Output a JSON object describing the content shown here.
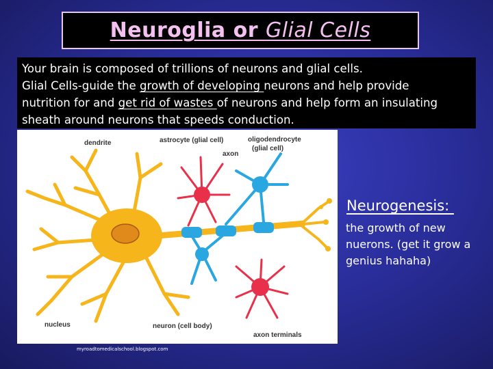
{
  "title": {
    "part1": "Neuroglia or ",
    "part2": "Glial Cells"
  },
  "intro": {
    "line1": "Your brain is composed of trillions of neurons and glial cells.",
    "line2_a": "Glial Cells-guide the ",
    "line2_u": "growth of developing ",
    "line2_b": "neurons and help provide",
    "line3_a": "nutrition for and ",
    "line3_u": "get rid of wastes ",
    "line3_b": "of neurons and help form an insulating",
    "line4": "sheath around neurons that speeds conduction."
  },
  "figure": {
    "labels": {
      "dendrite": "dendrite",
      "astrocyte": "astrocyte (glial cell)",
      "axon": "axon",
      "oligo1": "oligodendrocyte",
      "oligo2": "(glial cell)",
      "nucleus": "nucleus",
      "neuron": "neuron (cell body)",
      "terminals": "axon terminals"
    },
    "colors": {
      "neuron": "#f5b51b",
      "astrocyte": "#e8304a",
      "oligodendrocyte": "#2aa6e0"
    }
  },
  "credit": "myroadtomedicalschool.blogspot.com",
  "side": {
    "heading": "Neurogenesis: ",
    "body": "the growth of new nuerons.  (get it grow a genius hahaha)"
  }
}
